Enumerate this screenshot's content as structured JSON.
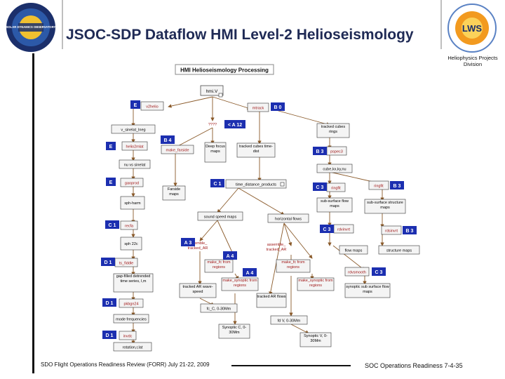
{
  "header": {
    "title": "JSOC-SDP Dataflow HMI Level-2 Helioseismology",
    "division": "Heliophysics Projects Division",
    "left_logo_text": "SOLAR DYNAMICS OBSERVATORY",
    "right_logo_text": "LWS"
  },
  "footer": {
    "left": "SDO Flight Operations Readiness Review (FORR) July 21-22, 2009",
    "right": "SOC Operations Readiness 7-4-35"
  },
  "diagram": {
    "title": "HMI Helioseismology Processing",
    "nodes": {
      "hmi_v": "hmi.V",
      "v2helio": "v2helio",
      "v_sinelat": "v_sinelat_lneg",
      "helio2mlat": "helio2mlat",
      "nu_vs": "nu vs sinelat",
      "gaoprod": "gaoprod",
      "sph_harm": "sph-harm",
      "recfa": "recfa",
      "sph_22": "sph 22c",
      "ts_fiddle": "ts_fiddle",
      "gapfilled": "gap-filled detrended time series, l,m",
      "pkbgn": "pkbgn24",
      "mode_freq": "mode frequencies",
      "invdc": "invdc",
      "rotation": "rotation,r,lat",
      "mtrack": "mtrack",
      "q_mark": "????",
      "make_farside": "make_farside",
      "farside_maps": "Farside maps",
      "deep_focus": "Deep focus maps",
      "tracked_cubes_td": "tracked cubes time-dist",
      "tracked_cubes": "tracked cubes rings",
      "pspec": "pspec3",
      "cube": "cube,kx,ky,nu",
      "time_dist": "time_distance_products",
      "ringfit": "ringfit",
      "ringfit2": "ringfit",
      "subsurface_flow": "sub-surface flow maps",
      "subsurface_struct": "sub-surface structure maps",
      "sound_speed": "sound speed maps",
      "horiz_flows": "horizontal flows",
      "rdvinvrt": "rdvinvrt",
      "rdsinvrt": "rdsinvrt",
      "flow_maps": "flow maps",
      "structure_maps": "structure maps",
      "assemble_a": "assemble_ tracked_AR",
      "assemble_b": "assemble_ tracked_AR",
      "make_fc_a": "make_fc from regions",
      "make_fc_b": "make_fc from regions",
      "make_synoptic_a": "make_synoptic from regions",
      "make_synoptic_b": "make_synoptic from regions",
      "rdvsmooth": "rdvsmooth",
      "tracked_ar_wave": "tracked AR wave-speed",
      "tracked_ar_flows": "tracked AR flows",
      "synoptic_sub": "synoptic sub surface flow maps",
      "fc": "fc_C, 0-30Mm",
      "fd_v": "fd V, 0-30Mm",
      "synoptic_c": "Synoptic C, 0-30Mm",
      "synoptic_v": "Synoptic V, 0-30Mm"
    },
    "tags": {
      "E1": "E",
      "E2": "E",
      "E3": "E",
      "B0": "B 0",
      "A12": "< A 12",
      "B4": "B 4",
      "B3a": "B 3",
      "B3b": "B 3",
      "B3c": "B 3",
      "C1a": "C 1",
      "C1b": "C 1",
      "C3a": "C 3",
      "C3b": "C 3",
      "C3c": "C 3",
      "D1a": "D 1",
      "D1b": "D 1",
      "D1c": "D 1",
      "A3": "A 3",
      "A4a": "A 4",
      "A4b": "A 4"
    }
  }
}
